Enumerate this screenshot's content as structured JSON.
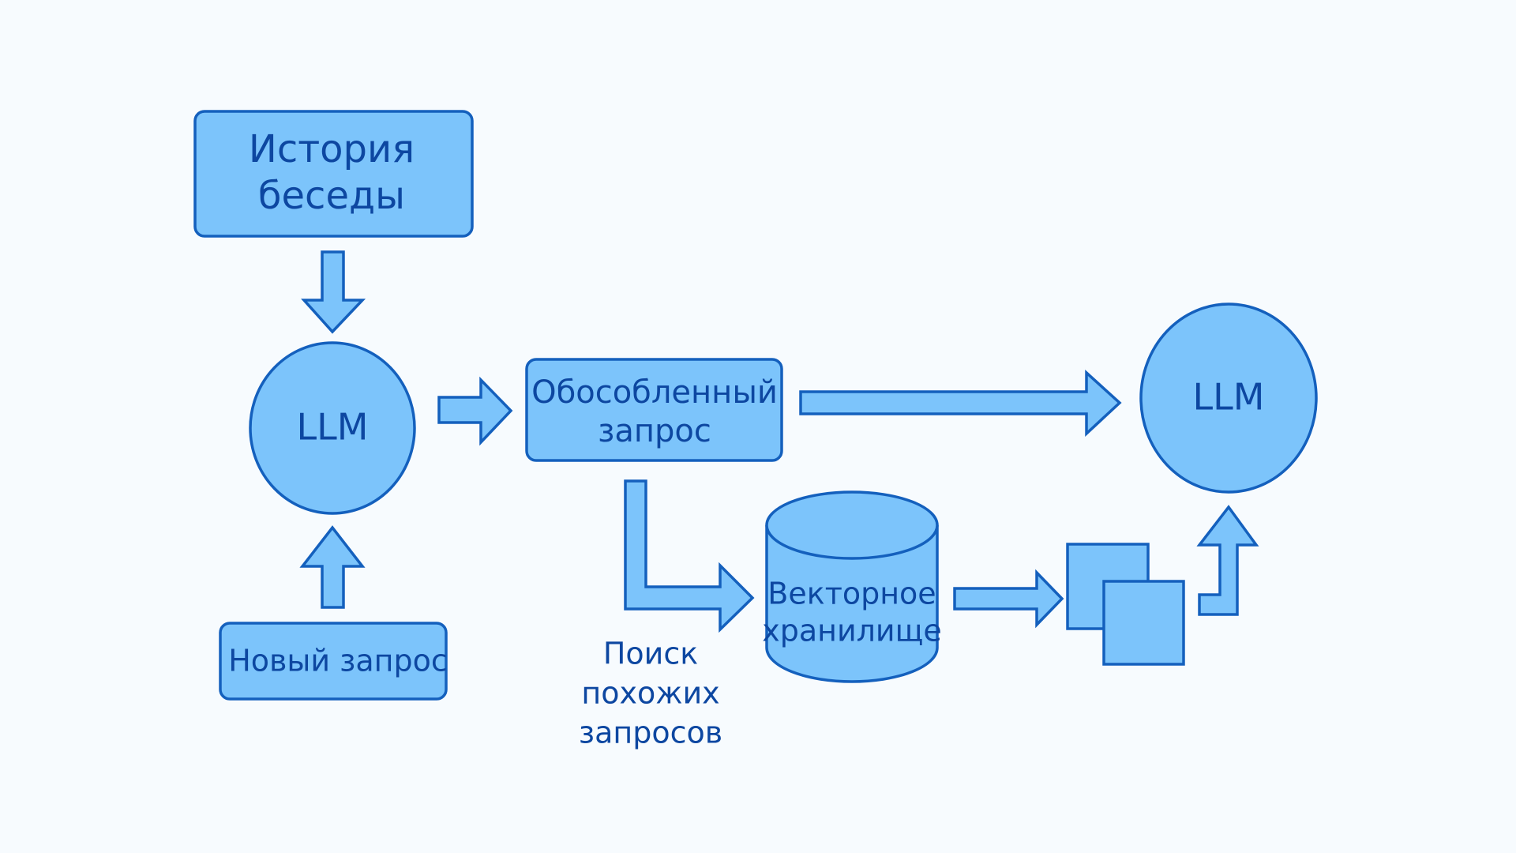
{
  "diagram": {
    "title": "",
    "nodes": {
      "history": {
        "label_line1": "История",
        "label_line2": "беседы"
      },
      "llm_rewrite": {
        "label": "LLM"
      },
      "new_query": {
        "label": "Новый запрос"
      },
      "standalone_query": {
        "label_line1": "Обособленный",
        "label_line2": "запрос"
      },
      "vector_store": {
        "label_line1": "Векторное",
        "label_line2": "хранилище"
      },
      "documents": {
        "label": ""
      },
      "llm_answer": {
        "label": "LLM"
      }
    },
    "annotations": {
      "search_label_line1": "Поиск",
      "search_label_line2": "похожих",
      "search_label_line3": "запросов"
    },
    "edges": [
      {
        "from": "history",
        "to": "llm_rewrite"
      },
      {
        "from": "new_query",
        "to": "llm_rewrite"
      },
      {
        "from": "llm_rewrite",
        "to": "standalone_query"
      },
      {
        "from": "standalone_query",
        "to": "llm_answer"
      },
      {
        "from": "standalone_query",
        "to": "vector_store",
        "label": "Поиск похожих запросов"
      },
      {
        "from": "vector_store",
        "to": "documents"
      },
      {
        "from": "documents",
        "to": "llm_answer"
      }
    ],
    "colors": {
      "fill": "#7cc4fb",
      "stroke": "#1460bd",
      "text": "#0d47a1",
      "background": "#f7fbfe"
    }
  }
}
